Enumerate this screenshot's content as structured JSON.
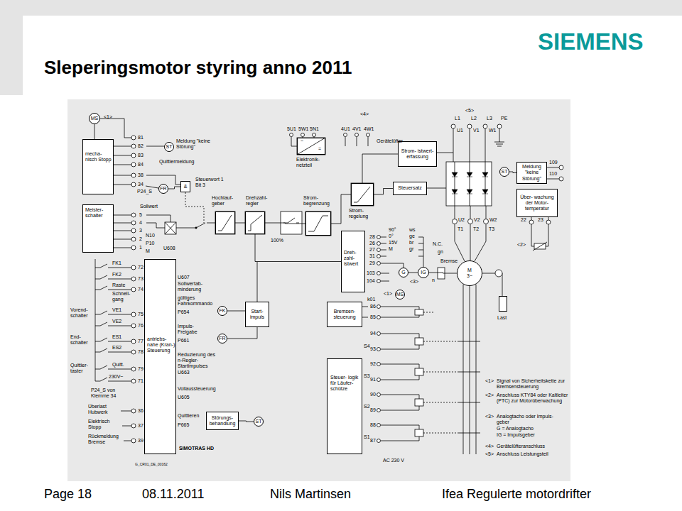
{
  "diagram": {
    "title": "Sleperingsmotor styring anno 2011",
    "nodes": [
      {
        "text": [
          "MS"
        ]
      },
      {
        "text": [
          "mecha- nisch Stopp"
        ]
      },
      {
        "text": [
          "ST"
        ]
      },
      {
        "text": [
          "FR"
        ]
      },
      {
        "text": [
          "&"
        ]
      },
      {
        "text": [
          "Meister- schalter"
        ]
      },
      {
        "text": [
          "~",
          "=",
          "Elektronik- netzteil"
        ]
      },
      {
        "text": [
          "Strom- istwert- erfassung"
        ]
      },
      {
        "text": [
          "Steuersatz"
        ]
      },
      {
        "text": [
          "ST"
        ]
      },
      {
        "text": [
          "Meldung \"keine Störung\""
        ]
      },
      {
        "text": [
          "Über- wachung der Motor- temperatur"
        ]
      },
      {
        "text": [
          "Hochlauf- geber"
        ]
      },
      {
        "text": [
          "Drehzahl- regler"
        ]
      },
      {
        "text": [
          "Strom- begrenzung"
        ]
      },
      {
        "text": [
          "Strom- regelung"
        ]
      },
      {
        "text": [
          "Dreh- zahl- istwert"
        ]
      },
      {
        "text": [
          "G"
        ]
      },
      {
        "text": [
          "IG"
        ]
      },
      {
        "text": [
          "M",
          "3~"
        ]
      },
      {
        "text": [
          "Last"
        ]
      },
      {
        "text": [
          "MS"
        ]
      },
      {
        "text": [
          "Bremsen- steuerung"
        ]
      },
      {
        "text": [
          "Start- impuls"
        ]
      },
      {
        "text": [
          "FK"
        ]
      },
      {
        "text": [
          "FR"
        ]
      },
      {
        "text": [
          "antriebs- nahe (Kran-) Steuerung"
        ]
      },
      {
        "text": [
          "Steuer- logik für Läufer- schütze"
        ]
      },
      {
        "text": [
          "Störungs- behandlung"
        ]
      },
      {
        "text": [
          "ST"
        ]
      }
    ],
    "edges": [
      {
        "from": 12,
        "to": 13,
        "arrow": "none"
      },
      {
        "from": 13,
        "to": 14,
        "arrow": "none"
      },
      {
        "from": 14,
        "to": 15,
        "arrow": "none"
      },
      {
        "from": 15,
        "to": 8,
        "arrow": "none"
      },
      {
        "from": 7,
        "to": 15,
        "arrow": "none"
      },
      {
        "from": 16,
        "to": 13,
        "arrow": "none"
      },
      {
        "from": 28,
        "to": 29,
        "arrow": "none"
      },
      {
        "from": 3,
        "to": 4,
        "arrow": "none"
      },
      {
        "from": 9,
        "to": 10,
        "arrow": "none"
      },
      {
        "from": 17,
        "to": 18,
        "arrow": "none"
      },
      {
        "from": 18,
        "to": 19,
        "arrow": "none"
      }
    ],
    "labels": [
      "SIEMENS",
      "<1>",
      "81",
      "82",
      "83",
      "84",
      "Meldung \"keine Störung\"",
      "Quittiermeldung",
      "38",
      "34",
      "P24_S",
      "Steuerwort 1 Bit 3",
      "Sollwert",
      "5",
      "4",
      "3",
      "2",
      "1",
      "N10",
      "P10",
      "M",
      "U608",
      "100%",
      "<4>",
      "5U1",
      "5W1",
      "5N1",
      "4U1",
      "4V1",
      "4W1",
      "Gerätelüfter",
      "<5>",
      "L1",
      "L2",
      "L3",
      "PE",
      "U1",
      "V1",
      "W1",
      "109",
      "110",
      "U2",
      "V2",
      "W2",
      "T1",
      "T2",
      "T3",
      "22",
      "23",
      "<2>",
      "28",
      "26",
      "27",
      "31",
      "29",
      "103",
      "104",
      "90°",
      "0°",
      "15V",
      "M",
      "ws",
      "ge",
      "br",
      "gr",
      "N.C.",
      "gn",
      "Bremse",
      "<3>",
      "n",
      "<1>",
      "k01",
      "86",
      "85",
      "94",
      "S4",
      "93",
      "92",
      "S3",
      "91",
      "90",
      "S2",
      "89",
      "88",
      "S1",
      "87",
      "AC 230 V",
      "FK1",
      "72",
      "FK2",
      "73",
      "Raste",
      "74",
      "Schnell- gang",
      "Vorend- schalter",
      "VE1",
      "75",
      "VE2",
      "76",
      "End- schalter",
      "ES1",
      "77",
      "ES2",
      "78",
      "Quittier- taster",
      "Quitt.",
      "79",
      "230V~",
      "71",
      "P24_S von Klemme 34",
      "Überlast Hubwerk",
      "36",
      "Elektrisch Stopp",
      "37",
      "Rückmeldung Bremse",
      "39",
      "U607",
      "Sollwertab- minderung",
      "gültiges Fahrkommando",
      "P654",
      "Impuls- Freigabe",
      "P661",
      "Reduzierung des n-Regler-Startimpulses",
      "U663",
      "Vollaussteuerung",
      "U605",
      "Quittieren",
      "P665",
      "SIMOTRAS HD",
      "G_CR01_DE_00162",
      "<1>",
      "Signal von Sicherheitskette zur Bremsensteuerung",
      "<2>",
      "Anschluss KTY84 oder Kaltleiter (PTC) zur Motorüberwachung",
      "<3>",
      "Analogtacho oder Impuls- geber",
      "G = Analogtacho",
      "IG = Impulsgeber",
      "<4>",
      "Gerätelüfteranschluss",
      "<5>",
      "Anschluss Leistungsteil",
      "Page 18",
      "08.11.2011",
      "Nils Martinsen",
      "Ifea Regulerte motordrifter"
    ]
  }
}
